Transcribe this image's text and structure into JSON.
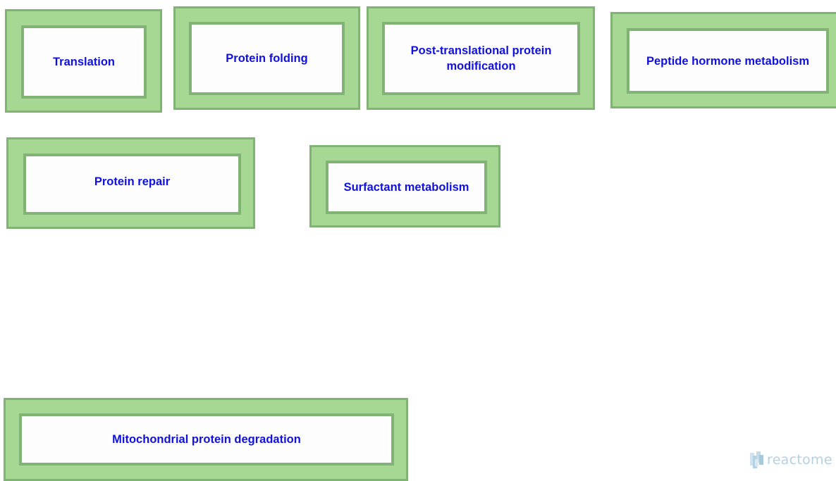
{
  "diagram": {
    "pathways": [
      {
        "id": "translation",
        "label": "Translation"
      },
      {
        "id": "protein-folding",
        "label": "Protein folding"
      },
      {
        "id": "post-translational",
        "label": "Post-translational protein modification"
      },
      {
        "id": "peptide-hormone",
        "label": "Peptide hormone metabolism"
      },
      {
        "id": "protein-repair",
        "label": "Protein repair"
      },
      {
        "id": "surfactant",
        "label": "Surfactant metabolism"
      },
      {
        "id": "mitochondrial",
        "label": "Mitochondrial protein degradation"
      }
    ],
    "colors": {
      "outer_fill": "#a6d893",
      "border": "#80b374",
      "inner_fill": "#fdfdfd",
      "label": "#1010e0",
      "logo": "#b3d1e2"
    }
  },
  "logo": {
    "text": "reactome",
    "icon": "reactome-logo-icon"
  }
}
